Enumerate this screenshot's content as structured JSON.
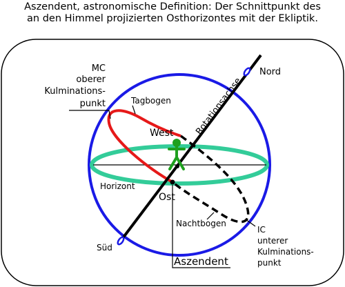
{
  "caption": {
    "line1": "Aszendent, astronomische Definition: Der Schnittpunkt des",
    "line2": "an den Himmel projizierten Osthorizontes mit der Ekliptik."
  },
  "labels": {
    "mc_1": "MC",
    "mc_2": "oberer",
    "mc_3": "Kulminations-",
    "mc_4": "punkt",
    "tagbogen": "Tagbogen",
    "west": "West",
    "rotationsachse": "Rotationsachse",
    "nord": "Nord",
    "horizont": "Horizont",
    "ost": "Ost",
    "nachtbogen": "Nachtbogen",
    "ic_1": "IC",
    "ic_2": "unterer",
    "ic_3": "Kulminations-",
    "ic_4": "punkt",
    "sued": "Süd",
    "aszendent": "Aszendent"
  },
  "colors": {
    "sphere": "#1a1ae6",
    "horizon": "#33cc99",
    "ecliptic_day": "#e61919",
    "ecliptic_night": "#000000",
    "figure": "#1ea01e",
    "axis": "#000000",
    "frame": "#000000"
  }
}
